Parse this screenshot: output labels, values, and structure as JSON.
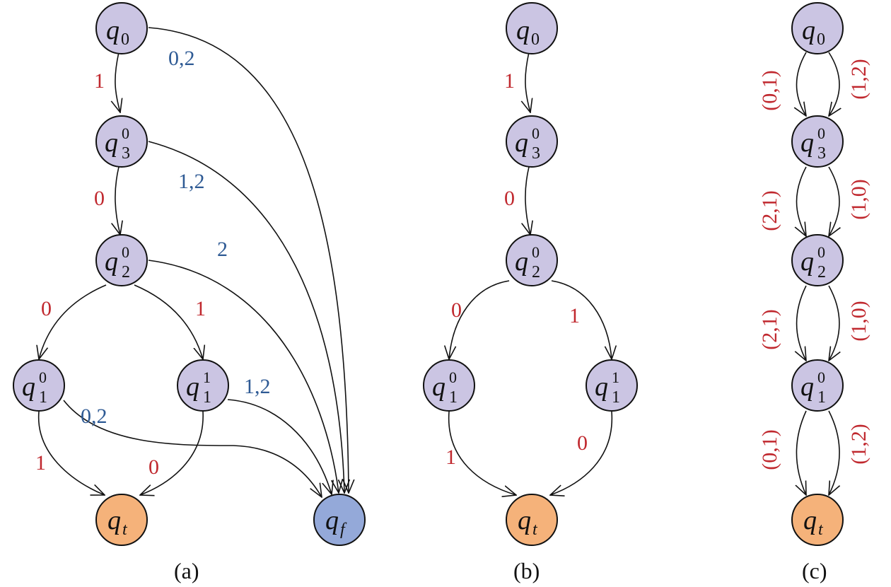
{
  "captions": [
    "(a)",
    "(b)",
    "(c)"
  ],
  "colors": {
    "node_default": "#cbc5e3",
    "node_accept": "#f5b27a",
    "node_fail": "#94a9d9",
    "label_red": "#c0282e",
    "label_blue": "#2e5a94"
  },
  "nodes": {
    "q0": {
      "base": "q",
      "sub": "0",
      "sup": ""
    },
    "q30": {
      "base": "q",
      "sub": "3",
      "sup": "0"
    },
    "q20": {
      "base": "q",
      "sub": "2",
      "sup": "0"
    },
    "q10": {
      "base": "q",
      "sub": "1",
      "sup": "0"
    },
    "q11": {
      "base": "q",
      "sub": "1",
      "sup": "1"
    },
    "qt": {
      "base": "q",
      "sub": "t",
      "sup": ""
    },
    "qf": {
      "base": "q",
      "sub": "f",
      "sup": ""
    }
  },
  "labels": {
    "a": {
      "q0_q30": "1",
      "q0_qf": "0,2",
      "q30_q20": "0",
      "q30_qf": "1,2",
      "q20_qf": "2",
      "q20_q10": "0",
      "q20_q11": "1",
      "q11_qf": "1,2",
      "q10_qf": "0,2",
      "q10_qt": "1",
      "q11_qt": "0"
    },
    "b": {
      "q0_q30": "1",
      "q30_q20": "0",
      "q20_q10": "0",
      "q20_q11": "1",
      "q10_qt": "1",
      "q11_qt": "0"
    },
    "c": {
      "q0_q30_left": "(0,1)",
      "q0_q30_right": "(1,2)",
      "q30_q20_left": "(2,1)",
      "q30_q20_right": "(1,0)",
      "q20_q10_left": "(2,1)",
      "q20_q10_right": "(1,0)",
      "q10_qt_left": "(0,1)",
      "q10_qt_right": "(1,2)"
    }
  }
}
